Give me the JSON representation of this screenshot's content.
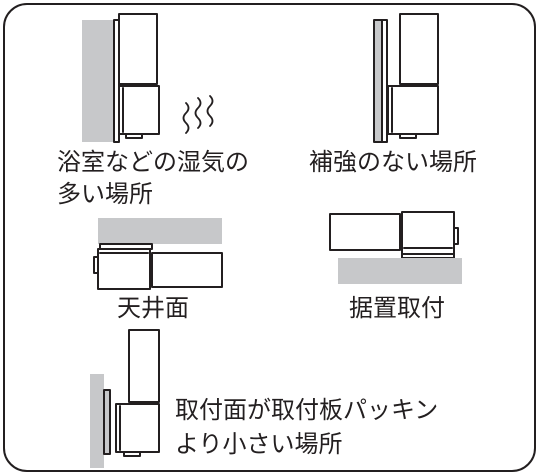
{
  "panels": {
    "bathroom": {
      "line1": "浴室などの湿気の",
      "line2": "多い場所",
      "steam_icon": "steam-wavy-lines-icon"
    },
    "no_reinforcement": {
      "label": "補強のない場所"
    },
    "ceiling": {
      "label": "天井面"
    },
    "floor_standing": {
      "label": "据置取付"
    },
    "smaller_surface": {
      "line1": "取付面が取付板パッキン",
      "line2": "より小さい場所"
    }
  },
  "colors": {
    "outline": "#231f20",
    "surface_gray": "#c7c8ca",
    "device_fill": "#ffffff"
  }
}
